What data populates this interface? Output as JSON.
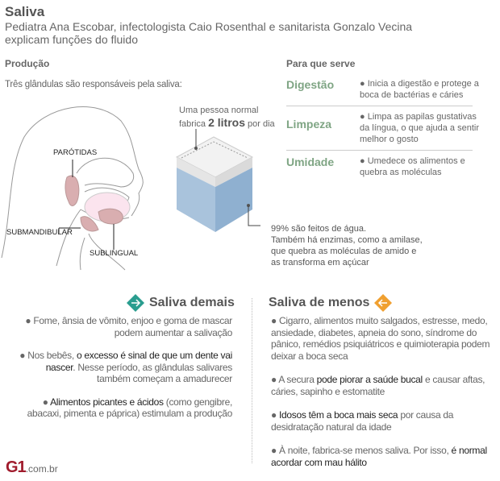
{
  "header": {
    "title": "Saliva",
    "subtitle": "Pediatra Ana Escobar, infectologista Caio Rosenthal e sanitarista Gonzalo Vecina explicam funções do fluido"
  },
  "production": {
    "heading": "Produção",
    "intro": "Três glândulas são responsáveis pela saliva:",
    "glands": [
      "PARÓTIDAS",
      "SUBMANDIBULAR",
      "SUBLINGUAL"
    ],
    "volume_pre": "Uma pessoa normal",
    "volume_mid": "fabrica ",
    "volume_bold": "2 litros",
    "volume_post": " por dia",
    "composition": [
      "99% são feitos de água.",
      "Também há enzimas, como a amilase,",
      "que quebra as moléculas de amido e",
      "as transforma em açúcar"
    ]
  },
  "functions": {
    "heading": "Para que serve",
    "items": [
      {
        "name": "Digestão",
        "desc": "● Inicia a digestão e protege a boca de bactérias e cáries"
      },
      {
        "name": "Limpeza",
        "desc": "● Limpa as papilas gustativas da língua, o que ajuda a sentir melhor o gosto"
      },
      {
        "name": "Umidade",
        "desc": "● Umedece os alimentos e quebra as moléculas"
      }
    ]
  },
  "too_much": {
    "heading": "Saliva demais",
    "color": "#2a9d8f",
    "items": [
      [
        {
          "t": "● Fome, ânsia de vômito, enjoo e goma de mascar podem aumentar a salivação"
        }
      ],
      [
        {
          "t": "● Nos bebês, "
        },
        {
          "t": "o excesso é sinal de que um dente vai nascer",
          "hl": true
        },
        {
          "t": ". Nesse período, as glândulas salivares também começam a amadurecer"
        }
      ],
      [
        {
          "t": "● "
        },
        {
          "t": "Alimentos picantes e ácidos",
          "hl": true
        },
        {
          "t": " (como gengibre, abacaxi, pimenta e páprica) estimulam a produção"
        }
      ]
    ]
  },
  "too_little": {
    "heading": "Saliva de menos",
    "color": "#f0a030",
    "items": [
      [
        {
          "t": "● Cigarro, alimentos muito salgados, estresse, medo, ansiedade, diabetes, apneia do sono, síndrome do pânico, remédios psiquiátricos e quimioterapia podem deixar a boca seca"
        }
      ],
      [
        {
          "t": "● A secura "
        },
        {
          "t": "pode piorar a saúde bucal",
          "hl": true
        },
        {
          "t": " e causar aftas, cáries, sapinho e estomatite"
        }
      ],
      [
        {
          "t": "● "
        },
        {
          "t": "Idosos têm a boca mais seca",
          "hl": true
        },
        {
          "t": " por causa da desidratação natural da idade"
        }
      ],
      [
        {
          "t": "● À noite, fabrica-se menos saliva. Por isso, "
        },
        {
          "t": "é normal acordar com mau hálito",
          "hl": true
        }
      ]
    ]
  },
  "footer": {
    "logo": "G1",
    "domain": ".com.br"
  }
}
